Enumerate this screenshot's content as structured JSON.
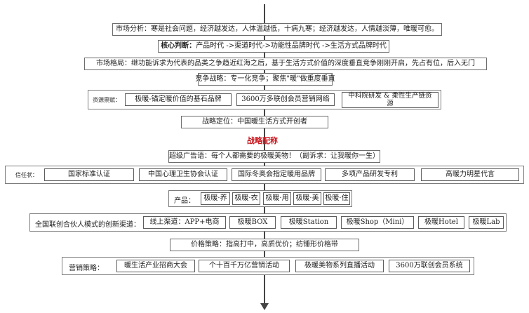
{
  "market_analysis": "市场分析：寒是社会问题，经济越发达，人体温越低，十病九寒；经济越发达，人情越淡薄，唯暖可愈。",
  "core_judgment": {
    "label": "核心判断：",
    "text": "产品时代 ->渠道时代->功能性品牌时代 ->生活方式品牌时代"
  },
  "market_pattern": "市场格局：继功能诉求为代表的品类之争趋近红海之后，基于生活方式价值的深度垂直竞争刚刚开启，先占有位，后入无门",
  "competition_strategy": "竞争战略：专一化竞争；聚焦\"暖\"做重度垂直",
  "resources": {
    "label": "资源禀赋：",
    "items": [
      "极暖-锚定暖价值的基石品牌",
      "3600万多联创会员营销网络",
      "中科院研发 & 柔性生产链资源"
    ]
  },
  "positioning": "战略定位：中国暖生活方式开创者",
  "strategy_config_title": "战略配称",
  "slogan": "超级广告语：每个人都需要的极暖美物！（副诉求：让我暖你一生）",
  "trust": {
    "label": "信任状：",
    "items": [
      "国家标准认证",
      "中国心理卫生协会认证",
      "国际冬奥会指定暖用品牌",
      "多项产品研发专利",
      "高暖力明星代言"
    ]
  },
  "products": {
    "label": "产品：",
    "items": [
      "极暖·养",
      "极暖·衣",
      "极暖·用",
      "极暖·美",
      "极暖·住"
    ]
  },
  "channels": {
    "label": "全国联创合伙人模式的创新渠道：",
    "items": [
      "线上渠道：APP+电商",
      "极暖BOX",
      "极暖Station",
      "极暖Shop（Mini）",
      "极暖Hotel",
      "极暖Lab"
    ]
  },
  "pricing": "价格策略：指高打中，高质优价；纺锤形价格带",
  "marketing": {
    "label": "营销策略：",
    "items": [
      "暖生活产业招商大会",
      "个十百千万亿营销活动",
      "极暖美物系列直播活动",
      "3600万联创会员系统"
    ]
  },
  "colors": {
    "accent_red": "#c8161d",
    "line": "#444444"
  }
}
